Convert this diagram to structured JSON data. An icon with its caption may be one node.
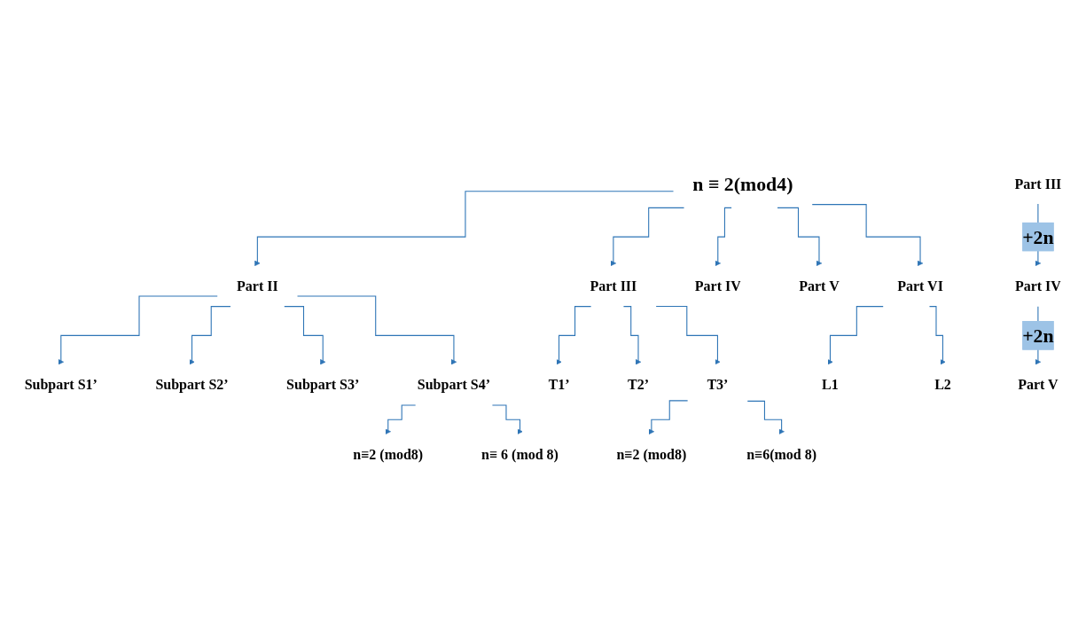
{
  "diagram": {
    "nodes": [
      {
        "text": [
          "n ≡ 2(mod4)"
        ]
      },
      {
        "text": [
          "Part II"
        ]
      },
      {
        "text": [
          "Part III"
        ]
      },
      {
        "text": [
          "Part IV"
        ]
      },
      {
        "text": [
          "Part V"
        ]
      },
      {
        "text": [
          "Part VI"
        ]
      },
      {
        "text": [
          "T1’"
        ]
      },
      {
        "text": [
          "T2’"
        ]
      },
      {
        "text": [
          "T3’"
        ]
      },
      {
        "text": [
          "n≡2 (mod8)"
        ]
      },
      {
        "text": [
          "n≡6(mod 8)"
        ]
      },
      {
        "text": [
          "Subpart S1’"
        ]
      },
      {
        "text": [
          "Subpart S2’"
        ]
      },
      {
        "text": [
          "Subpart S3’"
        ]
      },
      {
        "text": [
          "Subpart S4’"
        ]
      },
      {
        "text": [
          "L1"
        ]
      },
      {
        "text": [
          "L2"
        ]
      },
      {
        "text": [
          "n≡2 (mod8)"
        ]
      },
      {
        "text": [
          "n≡ 6 (mod 8)"
        ]
      },
      {
        "text": [
          "Part III"
        ]
      },
      {
        "text": [
          "Part IV"
        ]
      },
      {
        "text": [
          "Part V"
        ]
      }
    ],
    "edges": [
      {
        "from": 0,
        "to": 1,
        "arrow": "to"
      },
      {
        "from": 0,
        "to": 2,
        "arrow": "to"
      },
      {
        "from": 0,
        "to": 3,
        "arrow": "to"
      },
      {
        "from": 0,
        "to": 4,
        "arrow": "to"
      },
      {
        "from": 0,
        "to": 5,
        "arrow": "to"
      },
      {
        "from": 2,
        "to": 6,
        "arrow": "to"
      },
      {
        "from": 2,
        "to": 7,
        "arrow": "to"
      },
      {
        "from": 2,
        "to": 8,
        "arrow": "to"
      },
      {
        "from": 8,
        "to": 9,
        "arrow": "to"
      },
      {
        "from": 8,
        "to": 10,
        "arrow": "to"
      },
      {
        "from": 1,
        "to": 11,
        "arrow": "to"
      },
      {
        "from": 1,
        "to": 12,
        "arrow": "to"
      },
      {
        "from": 1,
        "to": 13,
        "arrow": "to"
      },
      {
        "from": 1,
        "to": 14,
        "arrow": "to"
      },
      {
        "from": 5,
        "to": 15,
        "arrow": "to"
      },
      {
        "from": 5,
        "to": 16,
        "arrow": "to"
      },
      {
        "from": 14,
        "to": 17,
        "arrow": "to"
      },
      {
        "from": 14,
        "to": 18,
        "arrow": "to"
      },
      {
        "from": 19,
        "to": 20,
        "arrow": "to",
        "label": "+2n"
      },
      {
        "from": 20,
        "to": 21,
        "arrow": "to",
        "label": "+2n"
      }
    ]
  }
}
